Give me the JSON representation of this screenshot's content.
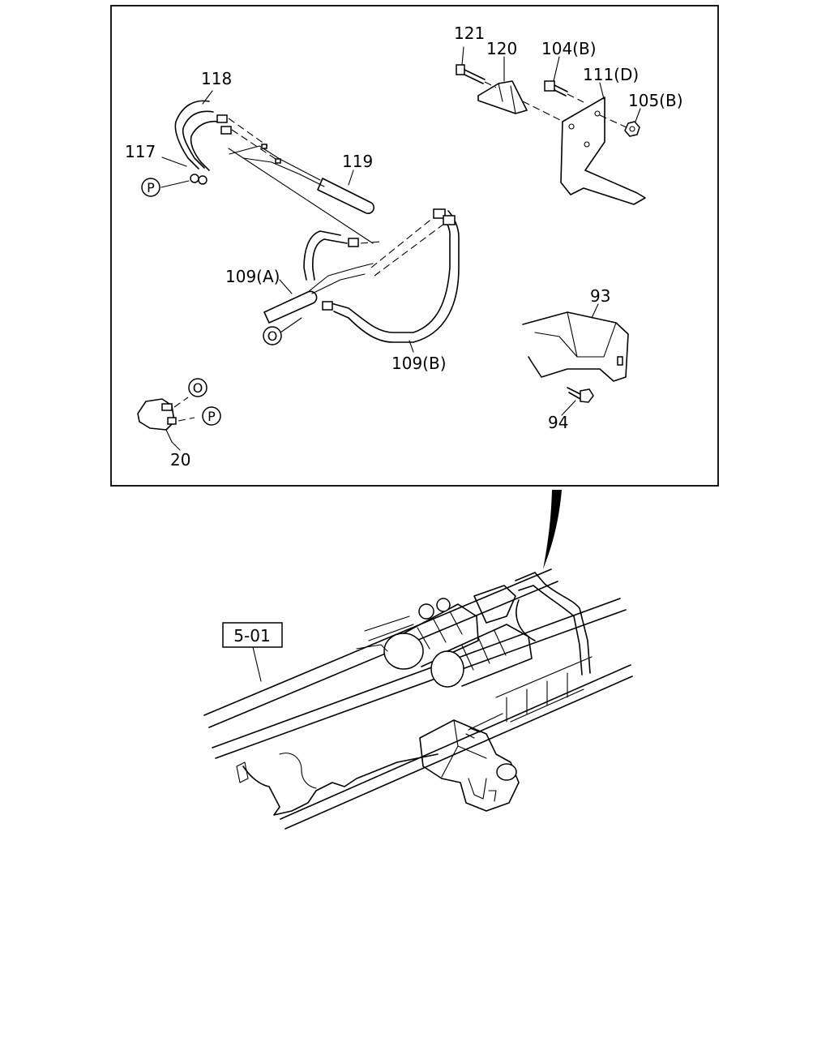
{
  "callouts": {
    "p121": "121",
    "p120": "120",
    "p104b": "104(B)",
    "p111d": "111(D)",
    "p105b": "105(B)",
    "p118": "118",
    "p117": "117",
    "p119": "119",
    "p109a": "109(A)",
    "p109b": "109(B)",
    "p93": "93",
    "p94": "94",
    "p20": "20",
    "ref": "5-01"
  },
  "markers": {
    "o1": "O",
    "o2": "O",
    "p1": "P",
    "p2": "P"
  }
}
